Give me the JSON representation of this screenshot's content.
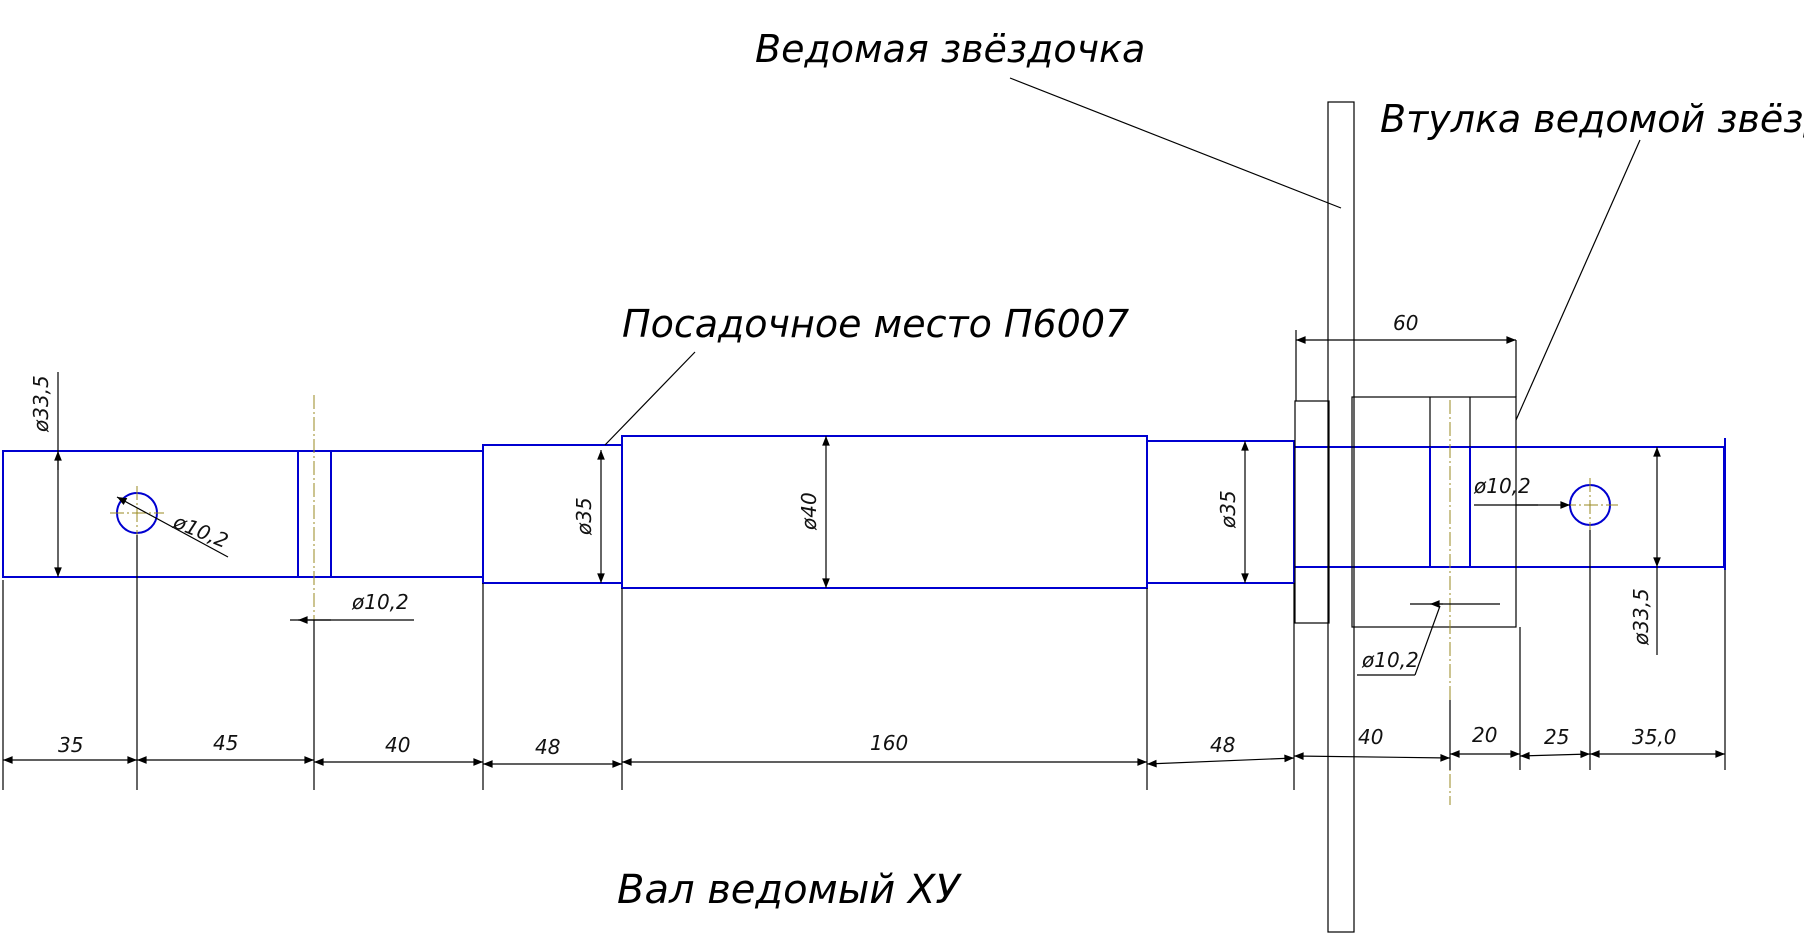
{
  "title": "Вал ведомый ХУ",
  "labels": {
    "sprocket": "Ведомая звёздочка",
    "bushing": "Втулка ведомой звёзд.",
    "bearing_seat": "Посадочное место П6007"
  },
  "dimensions": {
    "d1_left": "ø33,5",
    "hole_left": "ø10,2",
    "groove": "ø10,2",
    "d2": "ø35",
    "d3": "ø40",
    "d4": "ø35",
    "hole_right": "ø10,2",
    "hub_hole": "ø10,2",
    "d1_right": "ø33,5",
    "hub_len": "60",
    "len_35": "35",
    "len_45": "45",
    "len_40a": "40",
    "len_48a": "48",
    "len_160": "160",
    "len_48b": "48",
    "len_40b": "40",
    "len_20": "20",
    "len_25": "25",
    "len_35_0": "35,0"
  },
  "colors": {
    "outline": "#0000d0",
    "lines": "#000000",
    "centerline": "#9a8a20"
  }
}
